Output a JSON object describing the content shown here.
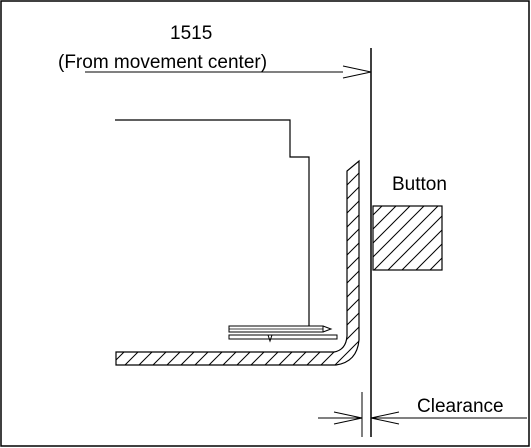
{
  "diagram": {
    "dimension_value": "1515",
    "dimension_note": "(From movement center)",
    "button_label": "Button",
    "clearance_label": "Clearance"
  },
  "colors": {
    "line": "#000000",
    "background": "#ffffff"
  }
}
